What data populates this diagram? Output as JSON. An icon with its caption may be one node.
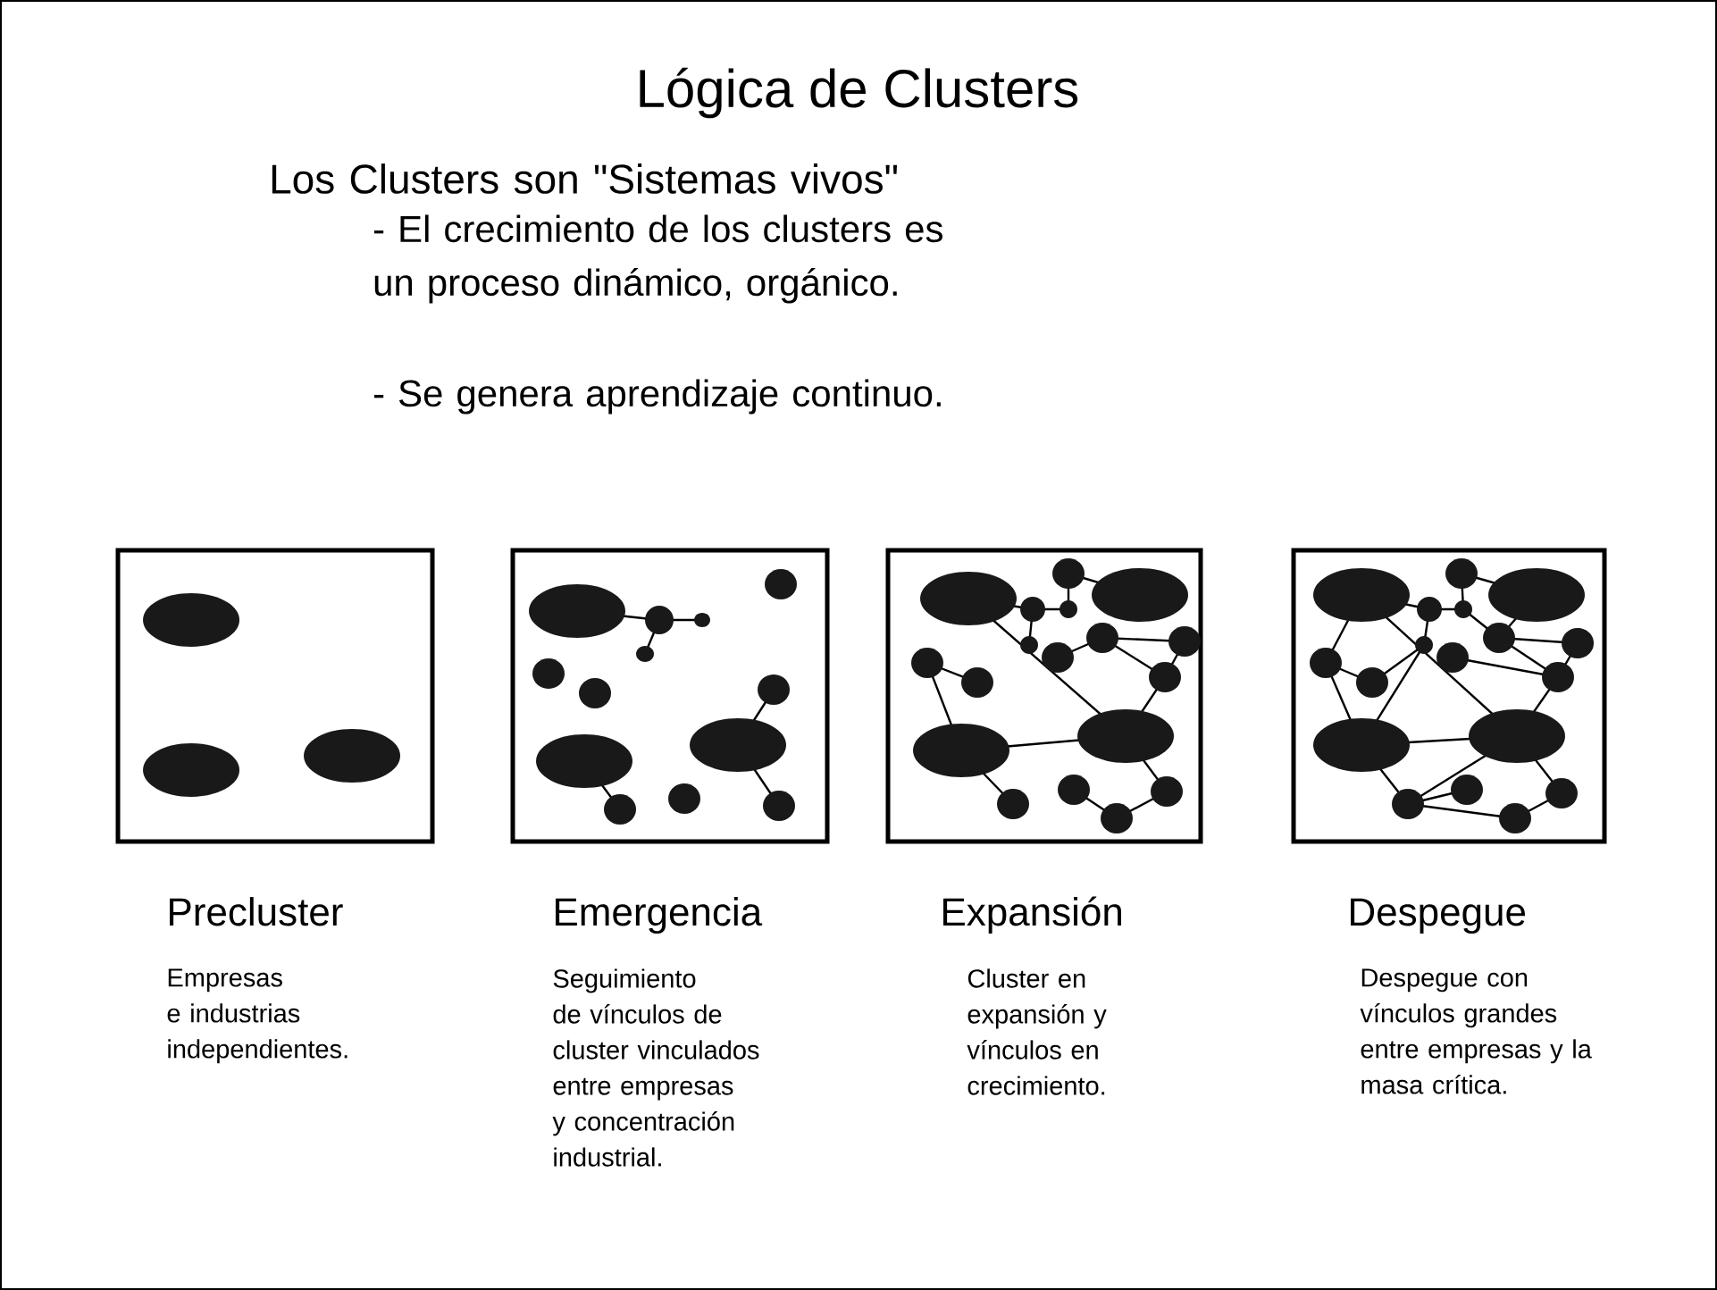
{
  "diagram": {
    "title": "Lógica de Clusters",
    "nodes": [
      {
        "text": [
          "Precluster",
          "Empresas e industrias independientes."
        ]
      },
      {
        "text": [
          "Emergencia",
          "Seguimiento de vínculos de cluster vinculados entre empresas y concentración industrial."
        ]
      },
      {
        "text": [
          "Expansión",
          "Cluster en expansión y vínculos en crecimiento."
        ]
      },
      {
        "text": [
          "Despegue",
          "Despegue con vínculos grandes entre empresas y la masa crítica."
        ]
      }
    ],
    "labels": [
      "Los Clusters son \"Sistemas vivos\"",
      "- El crecimiento de los clusters es un proceso dinámico, orgánico.",
      "- Se genera aprendizaje continuo."
    ]
  }
}
